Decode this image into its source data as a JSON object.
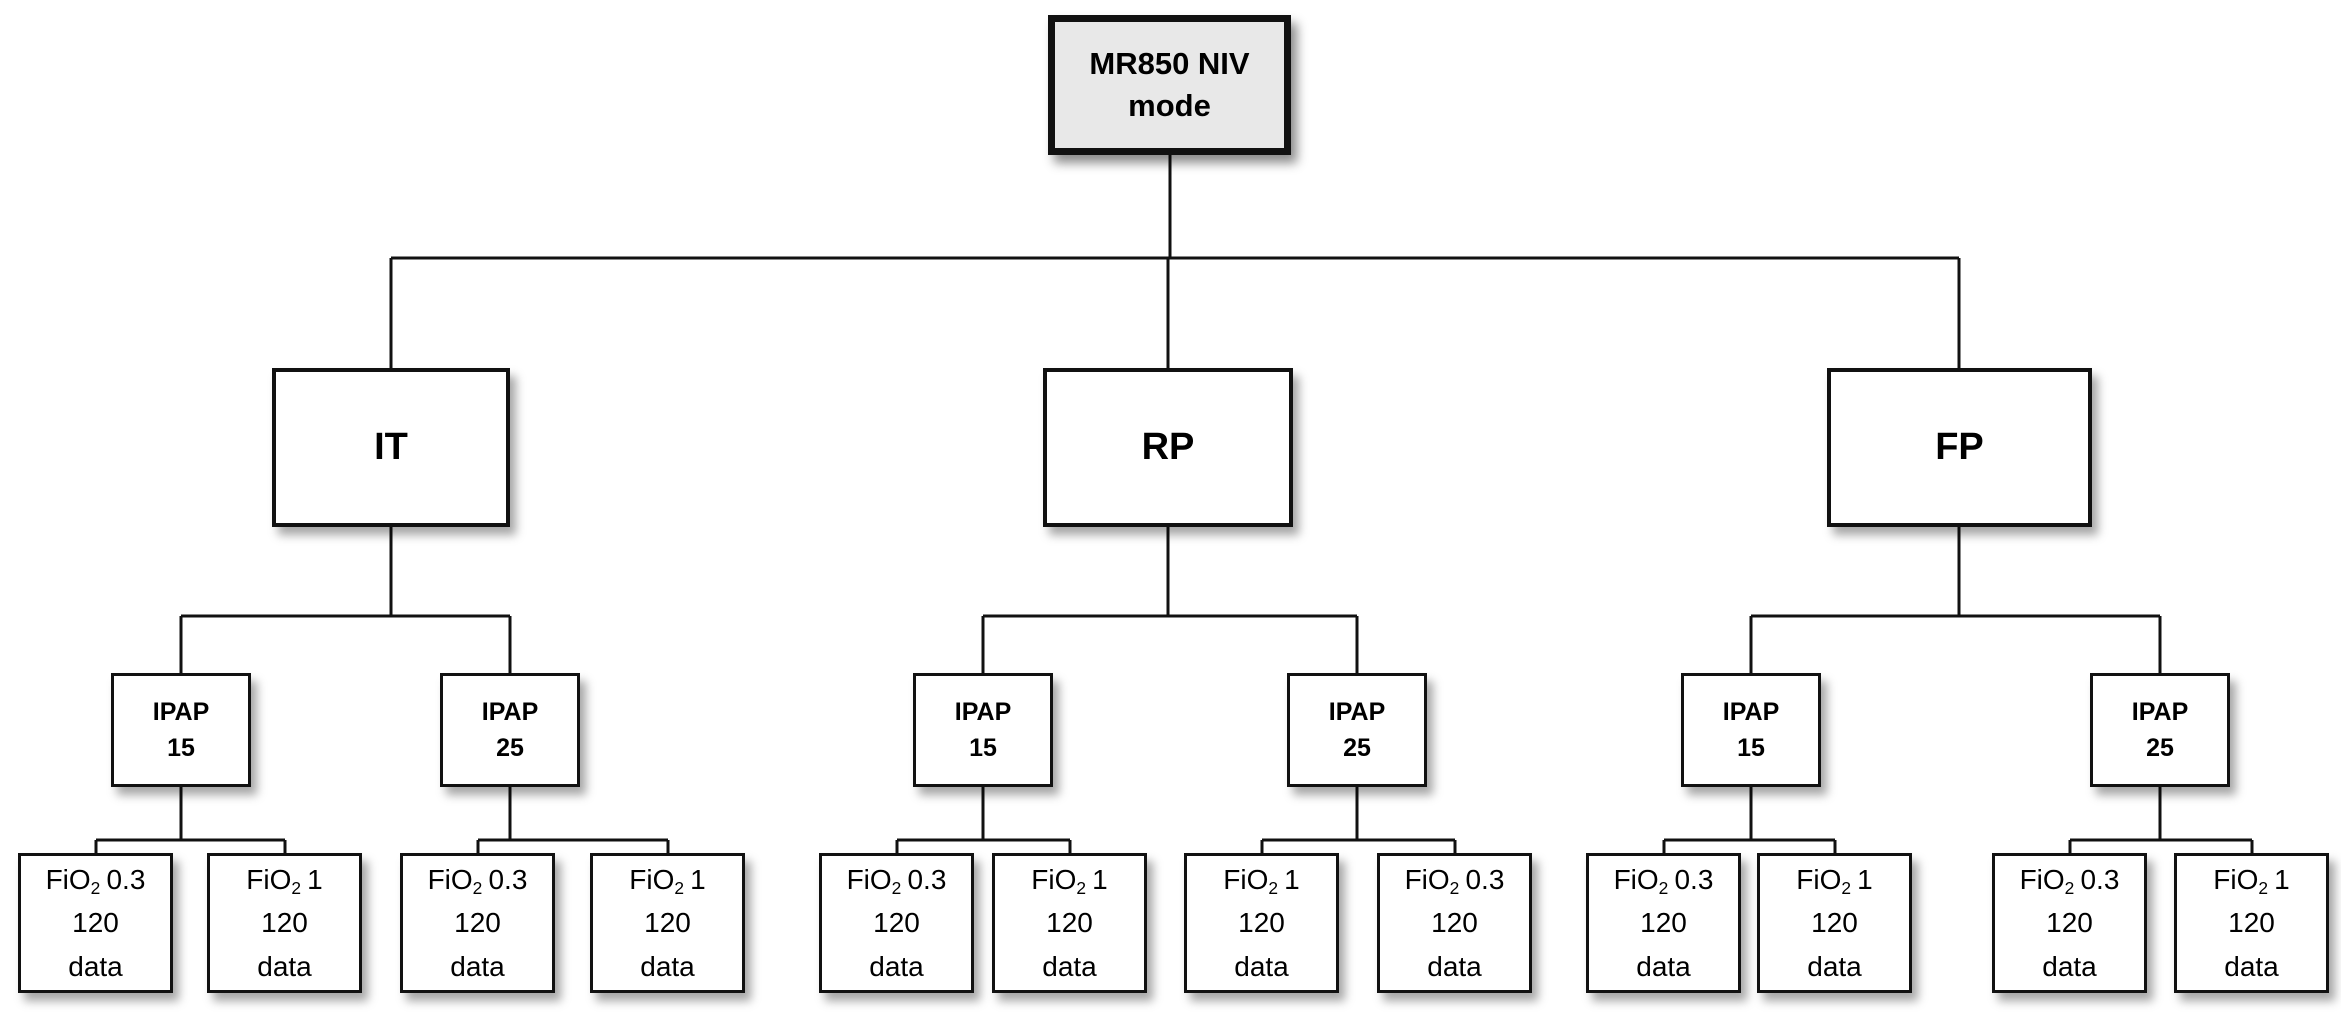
{
  "colors": {
    "root_fill": "#e8e8e8",
    "box_fill": "#ffffff",
    "border": "#111111",
    "line": "#111111",
    "text": "#000000"
  },
  "tree": {
    "root": {
      "line1": "MR850 NIV",
      "line2": "mode"
    },
    "groups": [
      {
        "label": "IT",
        "ipaps": [
          {
            "line1": "IPAP",
            "line2": "15",
            "leaves": [
              {
                "base": "FiO",
                "sub": "2",
                "value": "0.3",
                "count": "120",
                "suffix": "data"
              },
              {
                "base": "FiO",
                "sub": "2",
                "value": "1",
                "count": "120",
                "suffix": "data"
              }
            ]
          },
          {
            "line1": "IPAP",
            "line2": "25",
            "leaves": [
              {
                "base": "FiO",
                "sub": "2",
                "value": "0.3",
                "count": "120",
                "suffix": "data"
              },
              {
                "base": "FiO",
                "sub": "2",
                "value": "1",
                "count": "120",
                "suffix": "data"
              }
            ]
          }
        ]
      },
      {
        "label": "RP",
        "ipaps": [
          {
            "line1": "IPAP",
            "line2": "15",
            "leaves": [
              {
                "base": "FiO",
                "sub": "2",
                "value": "0.3",
                "count": "120",
                "suffix": "data"
              },
              {
                "base": "FiO",
                "sub": "2",
                "value": "1",
                "count": "120",
                "suffix": "data"
              }
            ]
          },
          {
            "line1": "IPAP",
            "line2": "25",
            "leaves": [
              {
                "base": "FiO",
                "sub": "2",
                "value": "1",
                "count": "120",
                "suffix": "data"
              },
              {
                "base": "FiO",
                "sub": "2",
                "value": "0.3",
                "count": "120",
                "suffix": "data"
              }
            ]
          }
        ]
      },
      {
        "label": "FP",
        "ipaps": [
          {
            "line1": "IPAP",
            "line2": "15",
            "leaves": [
              {
                "base": "FiO",
                "sub": "2",
                "value": "0.3",
                "count": "120",
                "suffix": "data"
              },
              {
                "base": "FiO",
                "sub": "2",
                "value": "1",
                "count": "120",
                "suffix": "data"
              }
            ]
          },
          {
            "line1": "IPAP",
            "line2": "25",
            "leaves": [
              {
                "base": "FiO",
                "sub": "2",
                "value": "0.3",
                "count": "120",
                "suffix": "data"
              },
              {
                "base": "FiO",
                "sub": "2",
                "value": "1",
                "count": "120",
                "suffix": "data"
              }
            ]
          }
        ]
      }
    ]
  }
}
